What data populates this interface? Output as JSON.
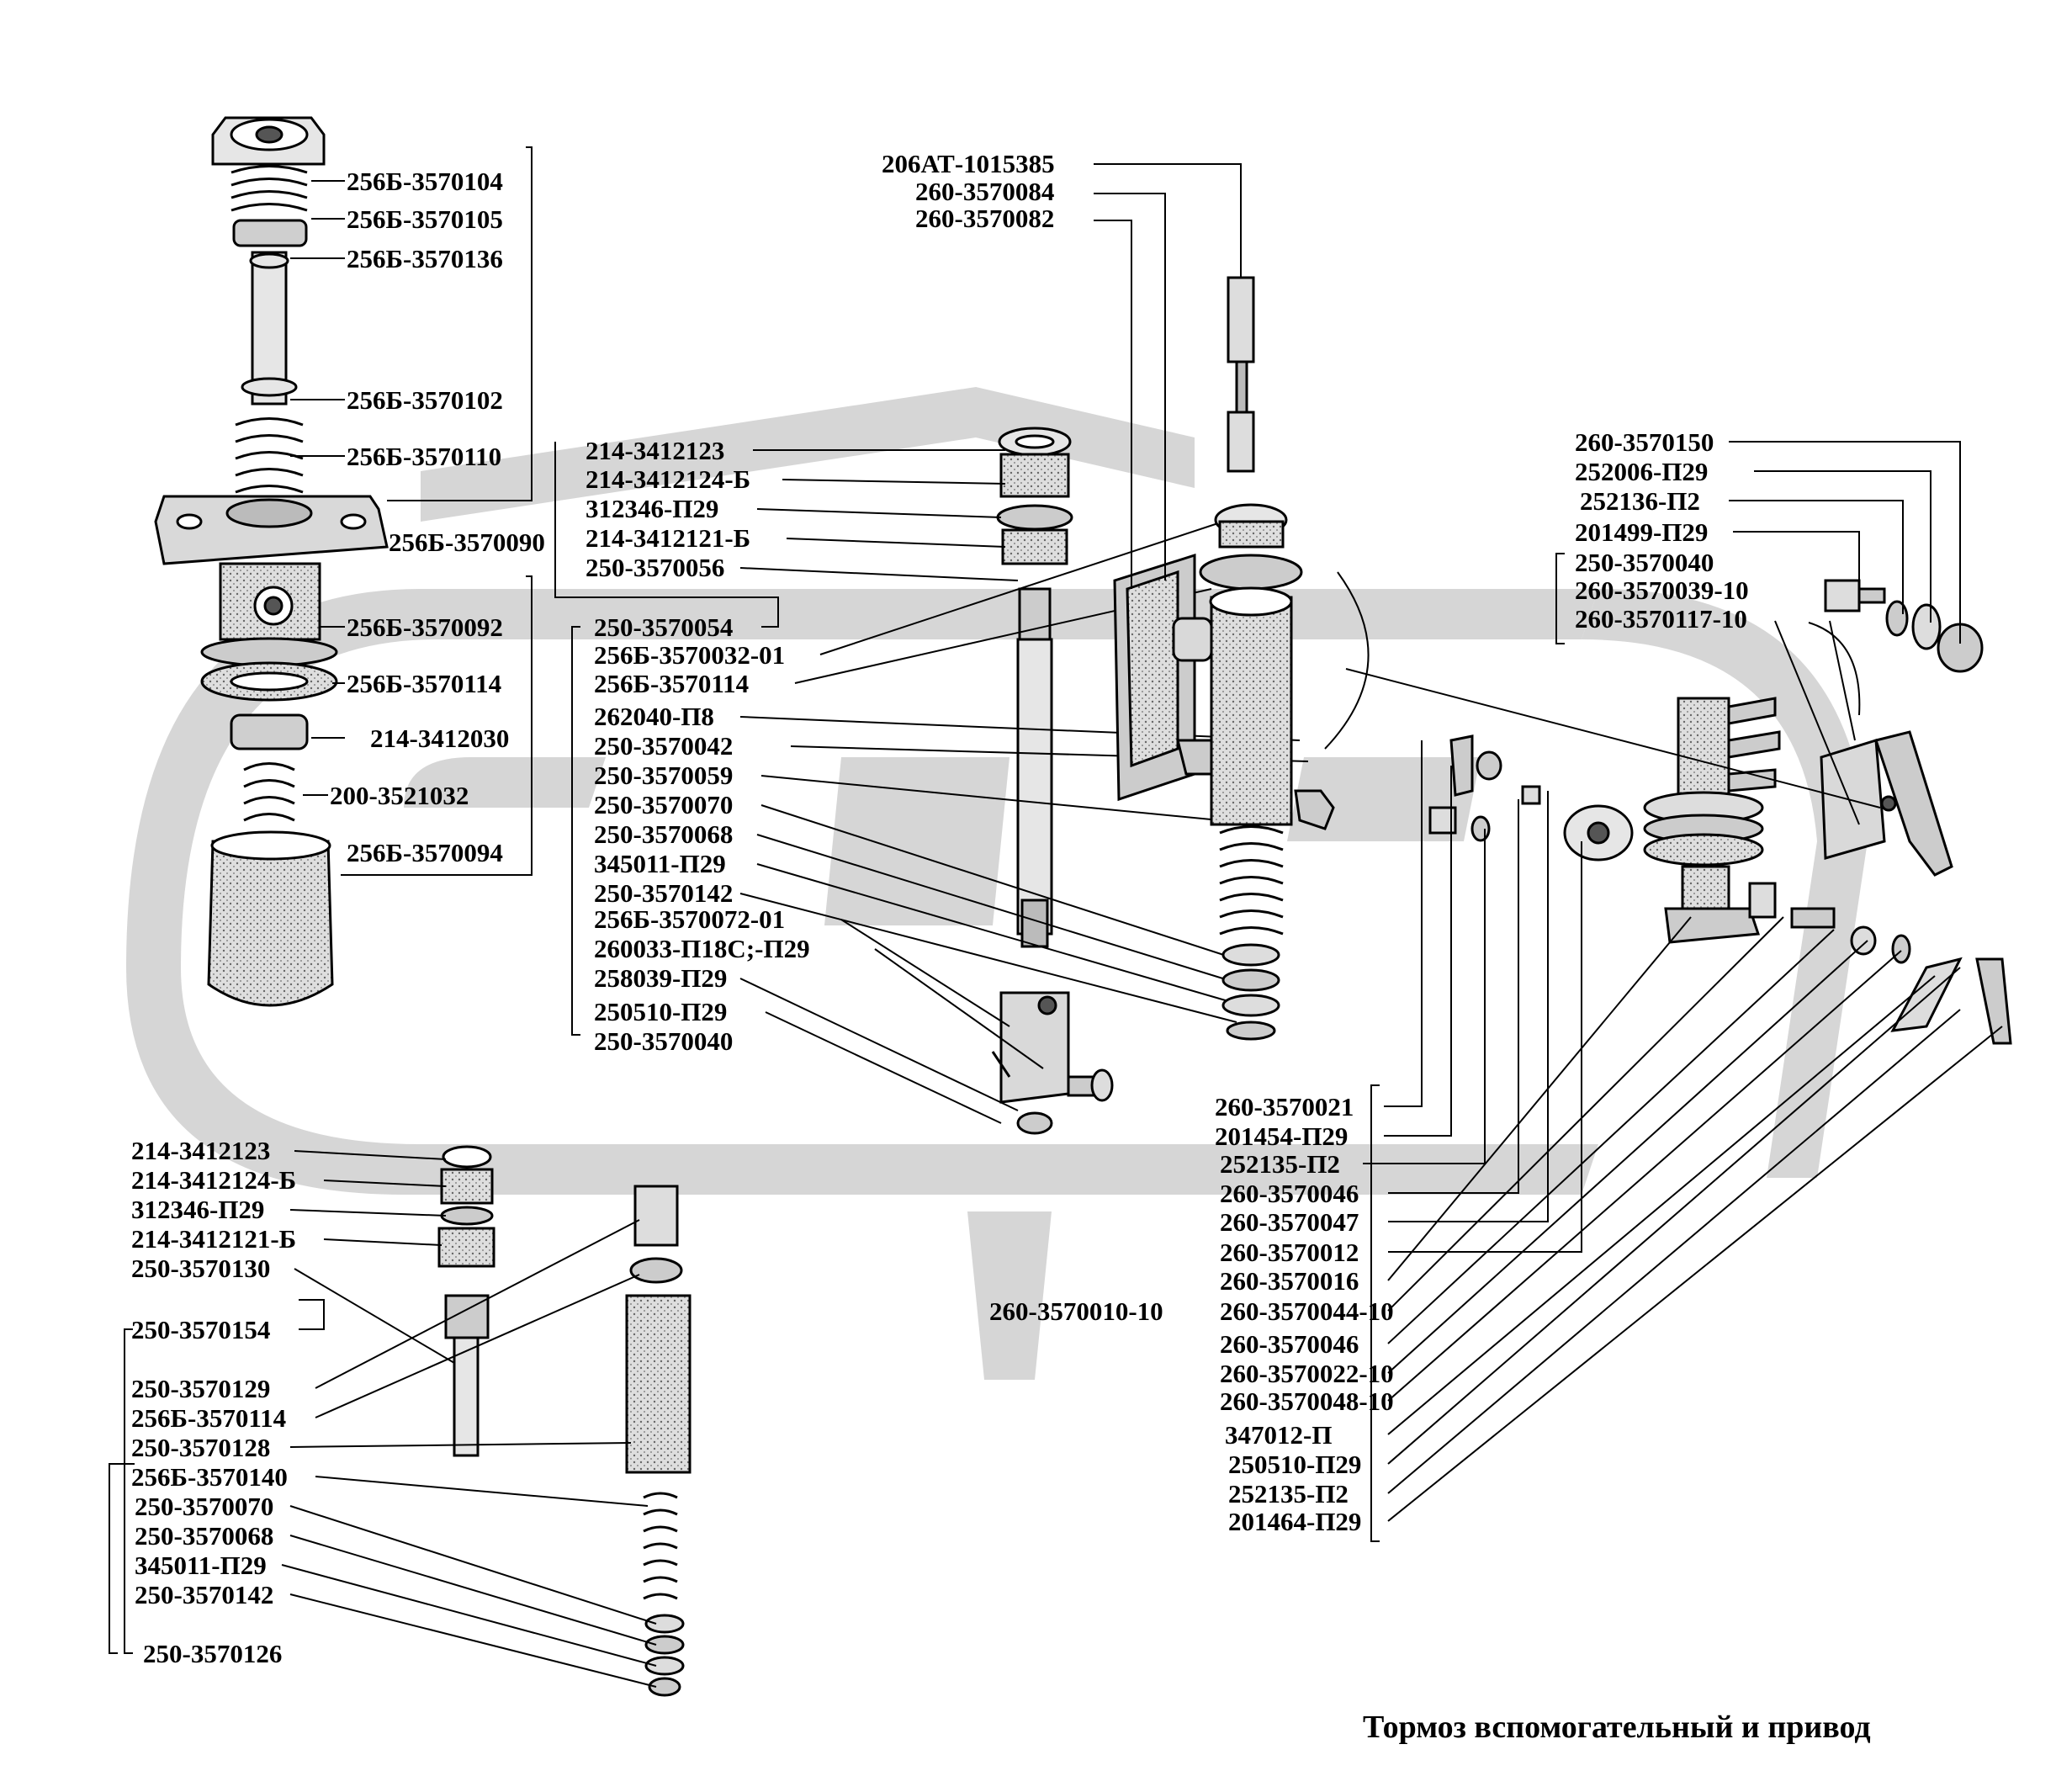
{
  "title": "Тормоз вспомогательный и привод",
  "colors": {
    "ink": "#000000",
    "part_fill": "#e6e6e6",
    "part_shade": "#bdbdbd",
    "watermark": "#d6d6d6",
    "background": "#ffffff"
  },
  "icons": [
    "valve-cap",
    "spring",
    "stem",
    "flange",
    "cylinder-body",
    "cylinder-cup",
    "bracket",
    "lever",
    "bolt",
    "washer",
    "diaphragm",
    "clevis"
  ],
  "groups": {
    "top_left": {
      "labels": [
        "256Б-3570104",
        "256Б-3570105",
        "256Б-3570136",
        "256Б-3570102",
        "256Б-3570110",
        "256Б-3570090",
        "256Б-3570092",
        "256Б-3570114",
        "214-3412030",
        "200-3521032",
        "256Б-3570094"
      ]
    },
    "center_left": {
      "labels": [
        "214-3412123",
        "214-3412124-Б",
        "312346-П29",
        "214-3412121-Б",
        "250-3570056",
        "250-3570054",
        "256Б-3570032-01",
        "256Б-3570114",
        "262040-П8",
        "250-3570042",
        "250-3570059",
        "250-3570070",
        "250-3570068",
        "345011-П29",
        "250-3570142",
        "256Б-3570072-01",
        "260033-П18С;-П29",
        "258039-П29",
        "250510-П29",
        "250-3570040"
      ]
    },
    "center_top": {
      "labels": [
        "206АТ-1015385",
        "260-3570084",
        "260-3570082"
      ]
    },
    "right_top": {
      "labels": [
        "260-3570150",
        "252006-П29",
        "252136-П2",
        "201499-П29",
        "250-3570040",
        "260-3570039-10",
        "260-3570117-10"
      ]
    },
    "right_bottom": {
      "labels": [
        "260-3570021",
        "201454-П29",
        "252135-П2",
        "260-3570046",
        "260-3570047",
        "260-3570012",
        "260-3570016",
        "260-3570010-10",
        "260-3570044-10",
        "260-3570046",
        "260-3570022-10",
        "260-3570048-10",
        "347012-П",
        "250510-П29",
        "252135-П2",
        "201464-П29"
      ]
    },
    "bottom_left": {
      "labels": [
        "214-3412123",
        "214-3412124-Б",
        "312346-П29",
        "214-3412121-Б",
        "250-3570130",
        "250-3570154",
        "250-3570129",
        "256Б-3570114",
        "250-3570128",
        "256Б-3570140",
        "250-3570070",
        "250-3570068",
        "345011-П29",
        "250-3570142",
        "250-3570126"
      ]
    }
  }
}
